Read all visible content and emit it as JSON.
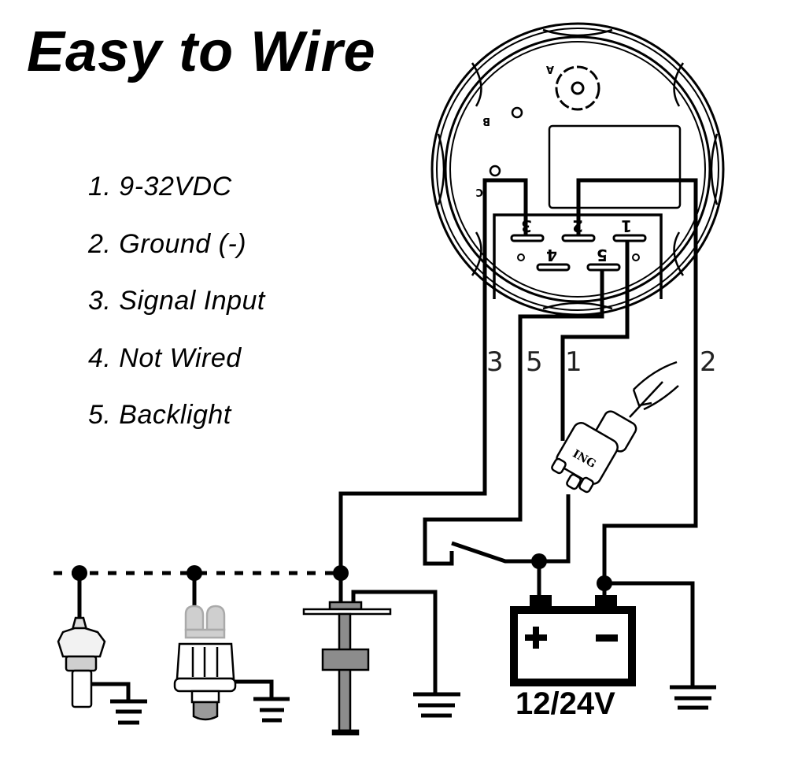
{
  "title": "Easy to Wire",
  "pin_legend": [
    {
      "label": "1. 9-32VDC"
    },
    {
      "label": "2. Ground (-)"
    },
    {
      "label": "3. Signal Input"
    },
    {
      "label": "4. Not Wired"
    },
    {
      "label": "5. Backlight"
    }
  ],
  "gauge": {
    "corner_labels": [
      "A",
      "B",
      "C"
    ],
    "terminals": [
      "1",
      "2",
      "3",
      "4",
      "5"
    ]
  },
  "wire_labels": [
    "3",
    "5",
    "1",
    "2"
  ],
  "ignition": {
    "label": "ING"
  },
  "battery": {
    "plus": "+",
    "minus": "−",
    "voltage": "12/24V"
  },
  "colors": {
    "line": "#000000",
    "sender_gray": "#8c8c8c",
    "sender_light": "#cfcfcf"
  }
}
